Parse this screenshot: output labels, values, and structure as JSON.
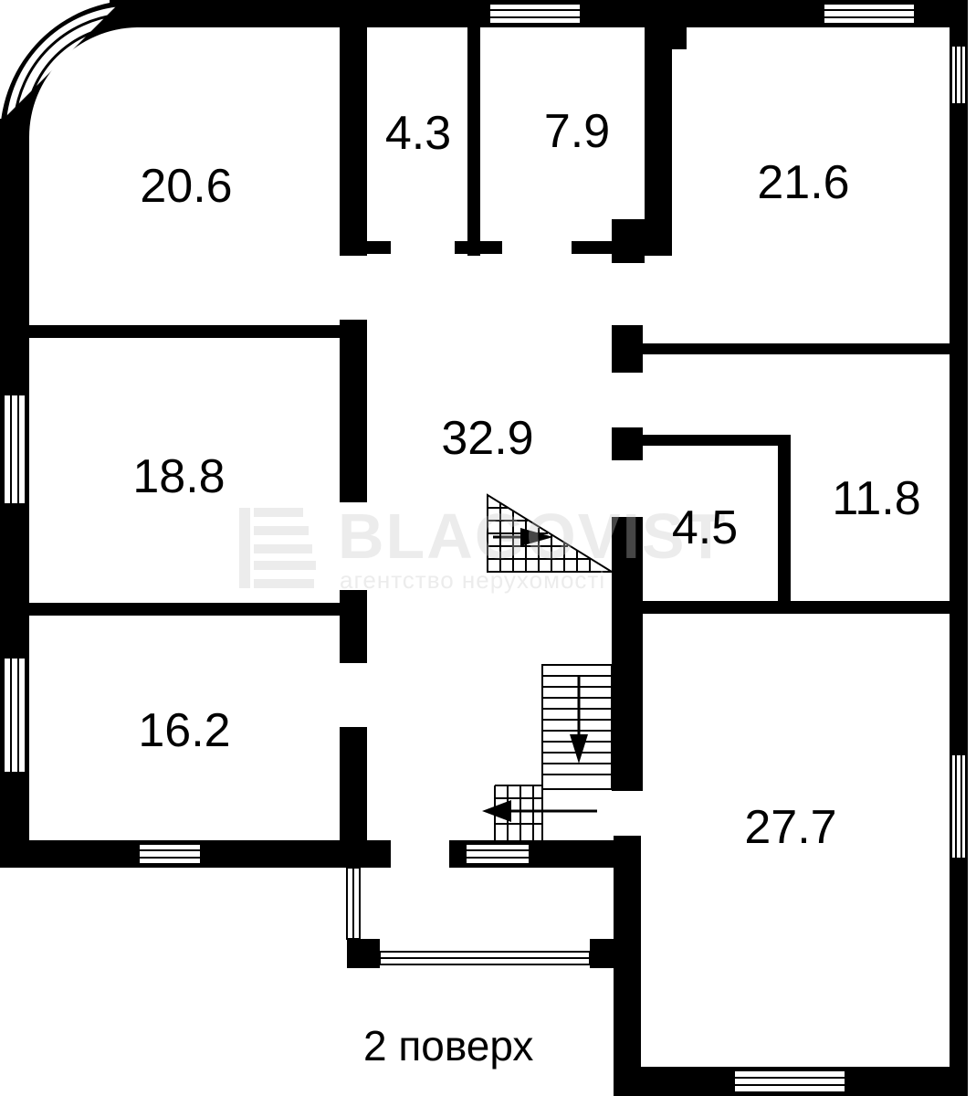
{
  "floor_label": "2 поверх",
  "rooms": [
    {
      "id": "room-nw",
      "area": "20.6"
    },
    {
      "id": "room-closet-1",
      "area": "4.3"
    },
    {
      "id": "room-bath-1",
      "area": "7.9"
    },
    {
      "id": "room-ne",
      "area": "21.6"
    },
    {
      "id": "room-west-middle",
      "area": "18.8"
    },
    {
      "id": "room-hall",
      "area": "32.9"
    },
    {
      "id": "room-closet-2",
      "area": "4.5"
    },
    {
      "id": "room-east-middle",
      "area": "11.8"
    },
    {
      "id": "room-sw",
      "area": "16.2"
    },
    {
      "id": "room-se",
      "area": "27.7"
    }
  ],
  "watermark": {
    "name": "BLAGOVIST",
    "subtitle": "агентство нерухомості"
  },
  "colors": {
    "wall": "#000000",
    "background": "#ffffff",
    "watermark": "#c8c8c8"
  }
}
